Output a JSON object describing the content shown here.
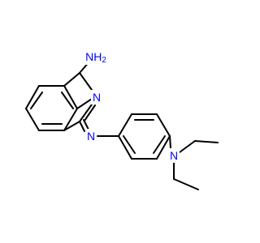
{
  "colors": {
    "background": "#ffffff",
    "bond": "#000000",
    "nitrogen": "#0000ff"
  },
  "atoms": {
    "amine_label": "NH",
    "amine_h_count": "2",
    "ring_nitrogen_label": "N",
    "imine_nitrogen_label": "N",
    "amine_nitrogen_label": "N"
  }
}
